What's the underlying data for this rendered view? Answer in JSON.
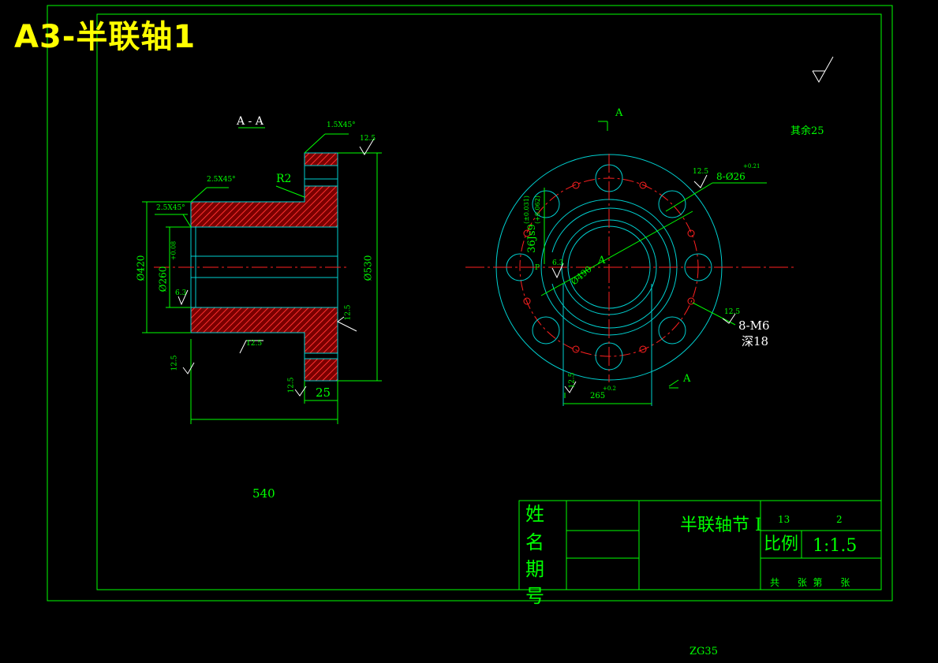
{
  "sheet_title": "A3-半联轴1",
  "section": {
    "title": "A - A",
    "chamfer_top": "1.5X45°",
    "chamfer_mid": "2.5X45°",
    "chamfer_left": "2.5X45°",
    "radius": "R2",
    "roughness_top": "12.5",
    "roughness_flange": "12.5",
    "roughness_bottom": "12.5",
    "roughness_left": "12.5",
    "roughness_base": "12.5",
    "roughness_inner": "6.3",
    "dim_od_left": "Ø420",
    "dim_bore": "Ø260",
    "dim_bore_tol": "+0.08",
    "dim_flange_dia": "Ø530",
    "dim_flange_thk": "25",
    "dim_total_length": "540"
  },
  "end_view": {
    "section_mark_top": "A",
    "section_mark_bottom": "A",
    "center_label": "A",
    "holes_callout": "8-Ø26",
    "holes_tol": "+0.21",
    "roughness_holes": "12.5",
    "tapped_callout": "8-M6",
    "tapped_depth": "深18",
    "roughness_tapped": "12.5",
    "keyway_width": "36Js9",
    "keyway_tol": "(±0.031)",
    "keyway_tol2": "(+0.062)",
    "roughness_keyway": "6.3",
    "dim_pcd": "Ø490",
    "dim_key_depth": "265",
    "dim_key_depth_tol": "+0.2",
    "roughness_key_bottom": "12.5",
    "label_p": "P"
  },
  "general_roughness": "其余25",
  "title_block": {
    "row_labels": [
      "姓",
      "名",
      "期",
      "号"
    ],
    "part_name": "半联轴节 I",
    "sheet_no": "13",
    "count": "2",
    "scale_label": "比例",
    "scale_value": "1:1.5",
    "sheets_text": "共      张  第      张"
  },
  "material": "ZG35",
  "colors": {
    "frame": "#00ff00",
    "outline": "#00d0d0",
    "hatch": "#c00000",
    "center": "#ff2020",
    "title": "#ffff00"
  }
}
